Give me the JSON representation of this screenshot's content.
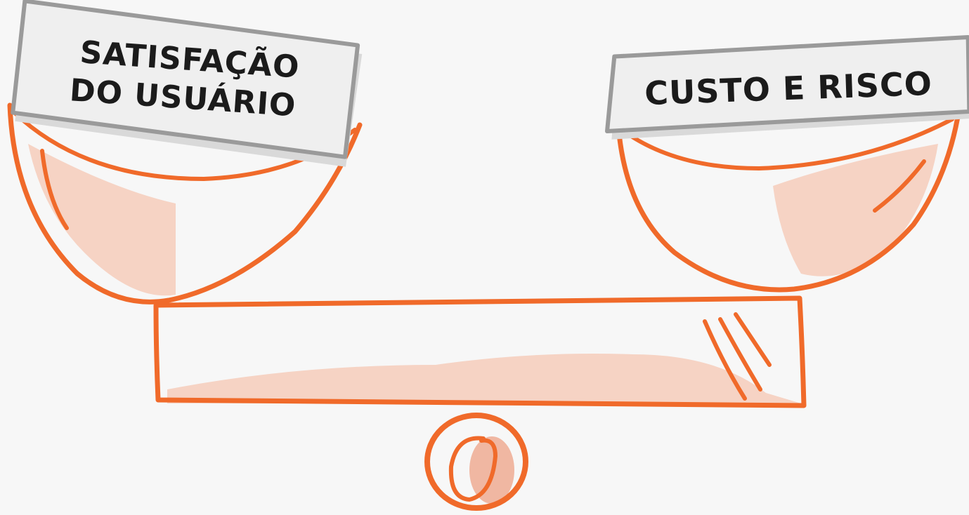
{
  "colors": {
    "background": "#f7f7f7",
    "outline": "#f06a2a",
    "fill_tint": "#f6d3c4",
    "fill_tint_dark": "#f0b7a2",
    "label_paper": "#efefef",
    "label_border": "#9a9a9a",
    "text": "#1b1b1b"
  },
  "left_pan": {
    "label_line1": "SATISFAÇÃO",
    "label_line2": "DO USUÁRIO"
  },
  "right_pan": {
    "label": "CUSTO E RISCO"
  }
}
